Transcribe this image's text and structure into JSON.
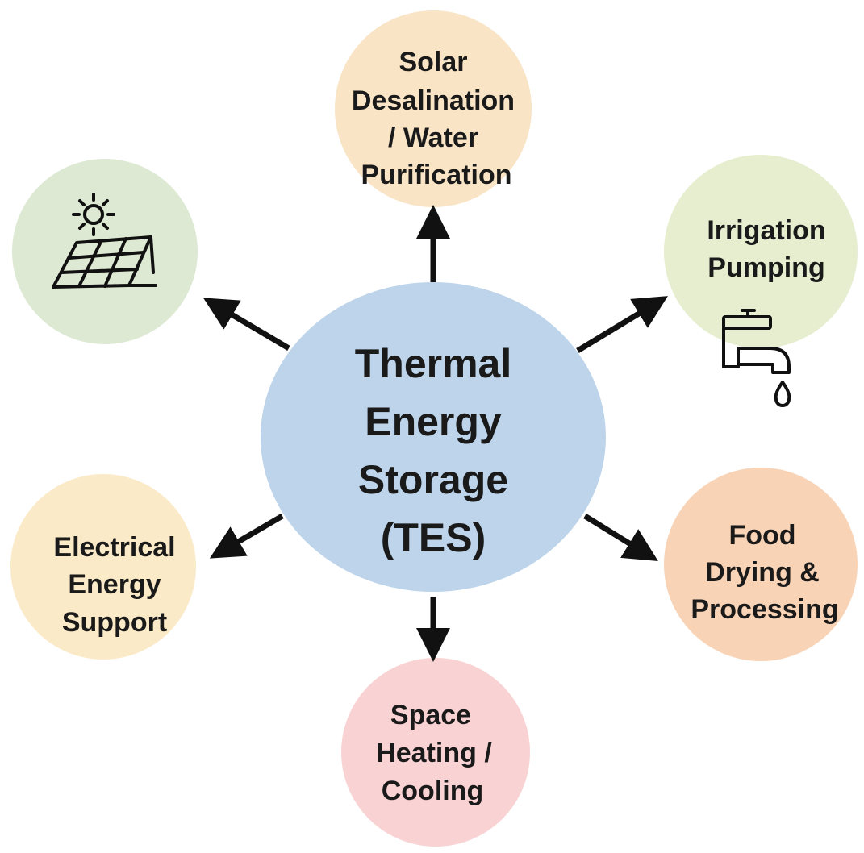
{
  "center": {
    "lines": [
      "Thermal",
      "Energy",
      "Storage",
      "(TES)"
    ],
    "color": "#bdd4ea"
  },
  "nodes": {
    "desalination": {
      "lines": [
        "Solar",
        "Desalination",
        "/ Water",
        "Purification"
      ],
      "color": "#f9e4c6"
    },
    "solar_pv": {
      "icon": "solar-panel-icon",
      "color": "#dde9d3"
    },
    "irrigation": {
      "lines": [
        "Irrigation",
        "Pumping"
      ],
      "icon": "faucet-icon",
      "color": "#e6eecf"
    },
    "electrical": {
      "lines": [
        "Electrical",
        "Energy",
        "Support"
      ],
      "color": "#fbeac8"
    },
    "food": {
      "lines": [
        "Food",
        "Drying &",
        "Processing"
      ],
      "color": "#f8d3b6"
    },
    "space": {
      "lines": [
        "Space",
        "Heating /",
        "Cooling"
      ],
      "color": "#f9d3d3"
    }
  }
}
